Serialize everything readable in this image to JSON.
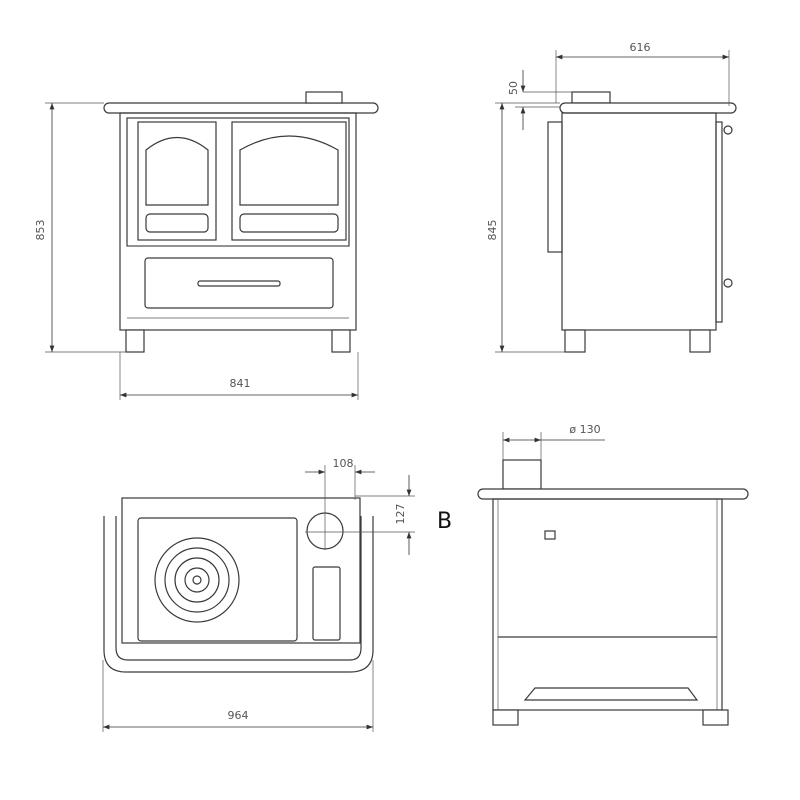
{
  "front_view": {
    "height_label": "853",
    "width_label": "841"
  },
  "side_view": {
    "depth_label": "616",
    "flue_offset_label": "50",
    "height_label": "845"
  },
  "top_view": {
    "flue_x_label": "108",
    "flue_y_label": "127",
    "overall_width_label": "964"
  },
  "back_view": {
    "view_label": "B",
    "flue_diameter_label": "ø 130"
  }
}
